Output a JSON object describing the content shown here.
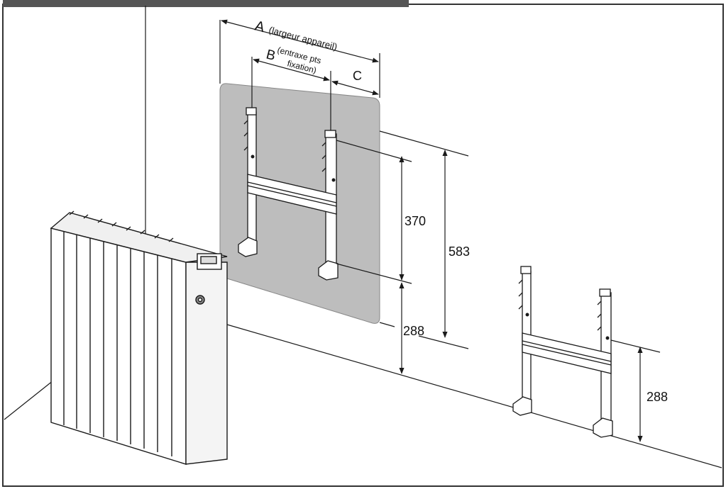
{
  "colors": {
    "line": "#1a1a1a",
    "wall_panel": "#bdbdbd",
    "header_bar": "#555555",
    "radiator_fill": "#ffffff"
  },
  "labels": {
    "a_letter": "A",
    "a_text": "(largeur appareil)",
    "b_letter": "B",
    "b_text_line1": "(entraxe pts",
    "b_text_line2": "fixation)",
    "c_letter": "C",
    "dim_370": "370",
    "dim_583": "583",
    "dim_288_left": "288",
    "dim_288_right": "288"
  }
}
